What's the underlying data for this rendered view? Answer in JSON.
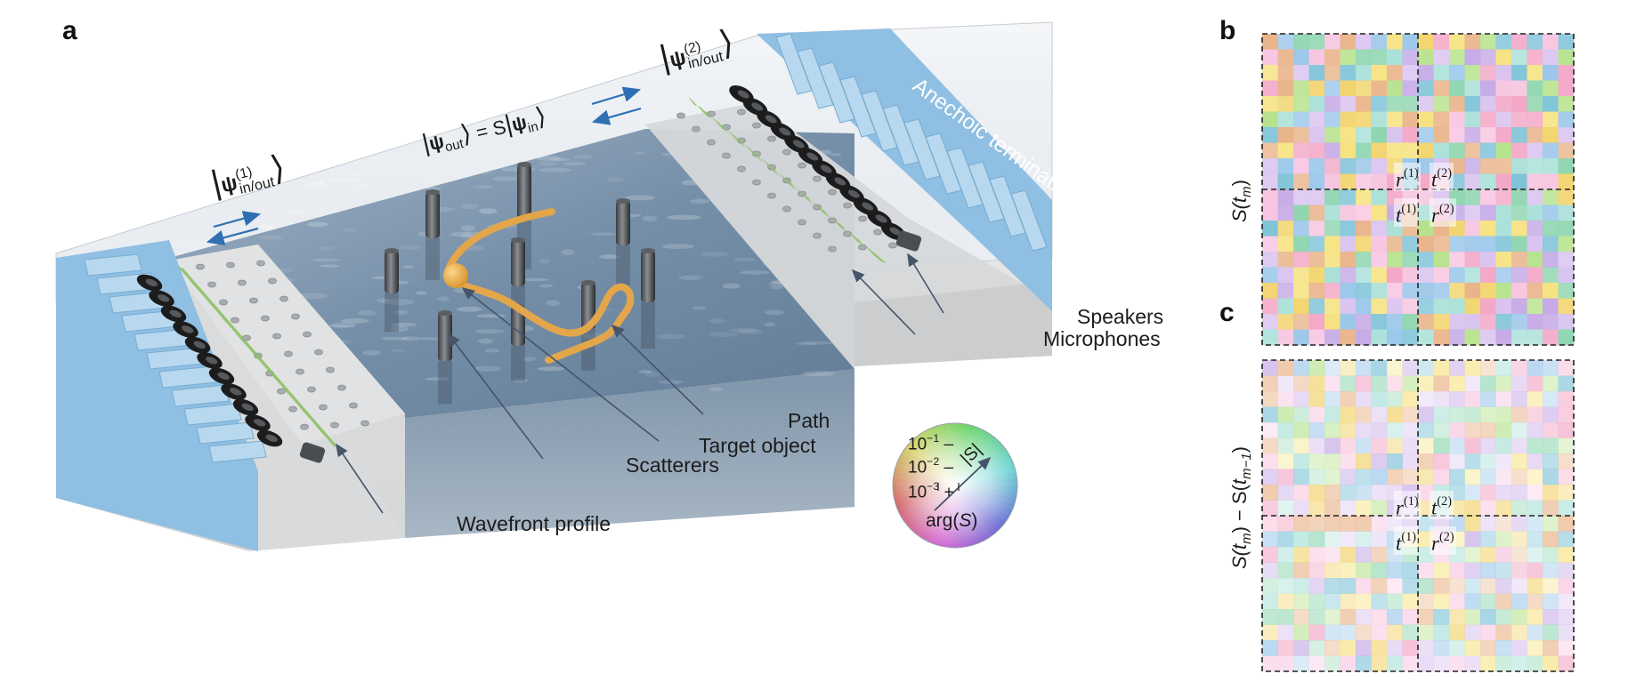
{
  "panels": {
    "a": "a",
    "b": "b",
    "c": "c"
  },
  "equations": {
    "psi_in_out_1": {
      "symbol": "ψ",
      "sup": "(1)",
      "sub": "in/out"
    },
    "psi_in_out_2": {
      "symbol": "ψ",
      "sup": "(2)",
      "sub": "in/out"
    },
    "psi_out": {
      "symbol": "ψ",
      "sub": "out",
      "rhs": " = S",
      "rhs_symbol": "ψ",
      "rhs_sub": "in"
    }
  },
  "labels": {
    "anechoic": "Anechoic termination",
    "speakers": "Speakers",
    "microphones": "Microphones",
    "path": "Path",
    "target": "Target object",
    "scatterers": "Scatterers",
    "wavefront": "Wavefront profile"
  },
  "colorwheel": {
    "t1": "10",
    "t1e": "−1",
    "t2": "10",
    "t2e": "−2",
    "t3": "10",
    "t3e": "−3",
    "abs": "|S|",
    "arg_pre": "arg(",
    "arg_sym": "S",
    "arg_post": ")"
  },
  "axis_b": {
    "pre": "S(",
    "t": "t",
    "m": "m",
    "post": ")"
  },
  "axis_c": {
    "a": "S(",
    "t": "t",
    "m": "m",
    "b": ") − S(",
    "t2": "t",
    "m2": "m−1",
    "c": ")"
  },
  "matrix_labels": {
    "r": "r",
    "t": "t",
    "s1": "(1)",
    "s2": "(2)"
  },
  "colors": {
    "water": "#6f8aa5",
    "slab": "#dedfe0",
    "anechoic": "#8fbfe2",
    "path": "#e3a64a",
    "wave": "#8cc063",
    "speaker": "#1c1c1c"
  }
}
